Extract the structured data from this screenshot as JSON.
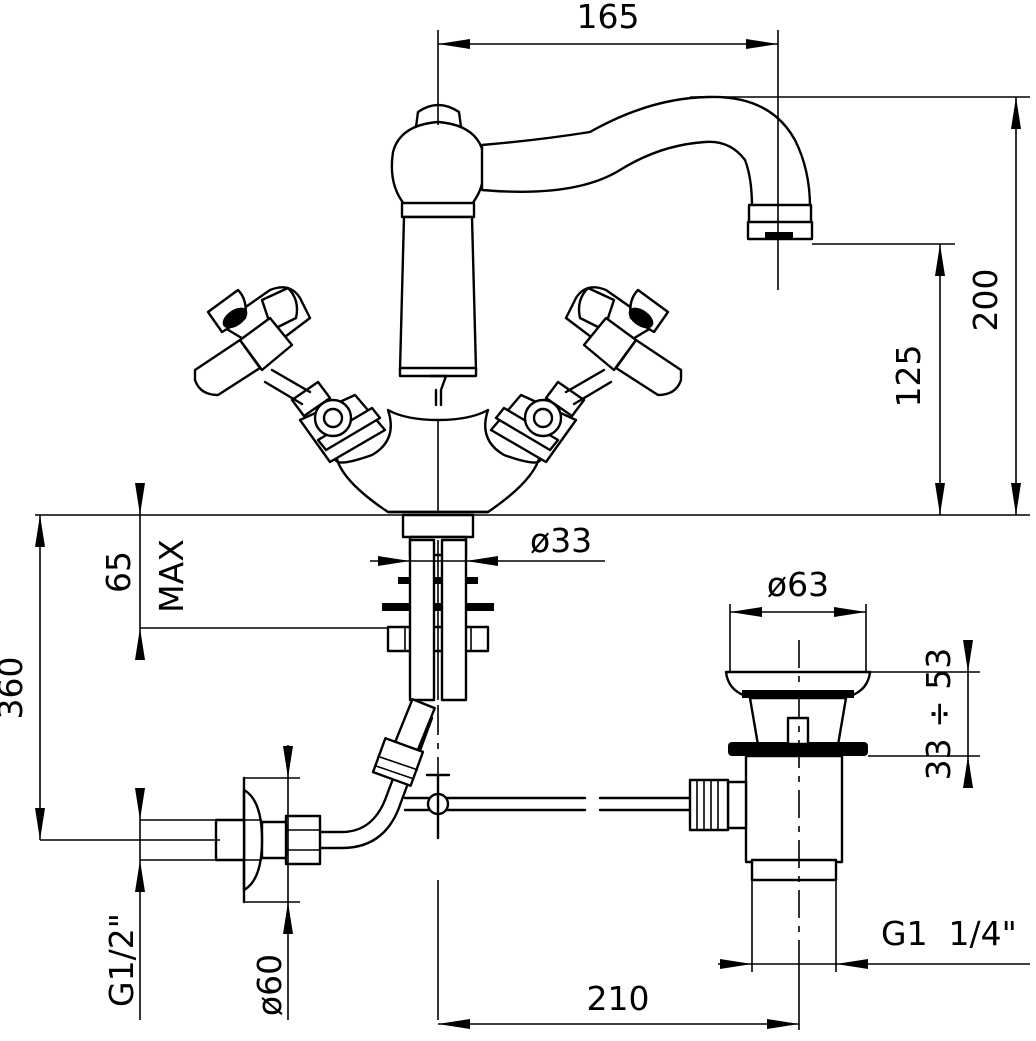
{
  "dimensions": {
    "spout_reach": "165",
    "overall_height": "200",
    "spout_outlet_height": "125",
    "supply_length": "360",
    "deck_thickness_value": "65",
    "deck_thickness_label": "MAX",
    "shank_diameter": "ø33",
    "waste_diameter": "ø63",
    "waste_adjust_range": "33 ÷ 53",
    "inlet_thread": "G1/2\"",
    "rosette_diameter": "ø60",
    "waste_thread": "G1  1/4\"",
    "centre_distance": "210"
  },
  "colors": {
    "line": "#000000",
    "background": "#ffffff"
  }
}
